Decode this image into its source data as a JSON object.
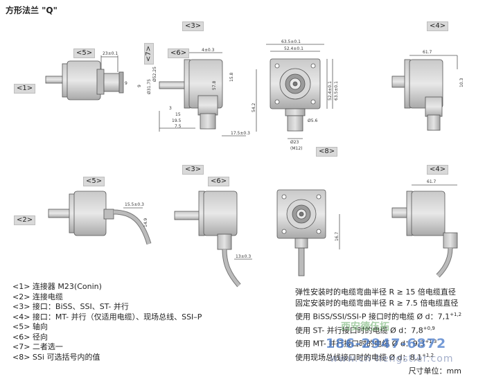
{
  "title": "方形法兰 \"Q\"",
  "tags": {
    "t1": "<1>",
    "t2": "<2>",
    "t3a": "<3>",
    "t3b": "<3>",
    "t4a": "<4>",
    "t4b": "<4>",
    "t5a": "<5>",
    "t5b": "<5>",
    "t6a": "<6>",
    "t6b": "<6>",
    "t7": "<7>",
    "t8": "<8>"
  },
  "dims": {
    "d23": "23±0.1",
    "d9": "9",
    "d3175": "Ø31.75",
    "d5225": "Ø52.25",
    "d9b": "9",
    "d4": "4±0.3",
    "d635": "63.5±0.1",
    "d524": "52.4±0.1",
    "d617": "61.7",
    "d103": "10.3",
    "d578": "57.8",
    "d158": "15.8",
    "d3": "3",
    "d15": "15",
    "d195": "19.5",
    "d75": "7.5",
    "d175": "17.5±0.3",
    "d542": "54.2",
    "d56": "Ø5.6",
    "d23b": "Ø23",
    "m12": "(M12)",
    "d155": "15.5±0.3",
    "d149": "14.9",
    "d167": "16.7",
    "d13": "13±0.3",
    "d617b": "61.7"
  },
  "legend": [
    "<1> 连接器 M23(Conin)",
    "<2> 连接电缆",
    "<3> 接口：BiSS、SSI、ST- 并行",
    "<4> 接口：MT- 并行（仅适用电缆）、现场总线、SSI–P",
    "<5> 轴向",
    "<6> 径向",
    "<7> 二者选一",
    "<8> SSi 可选括号内的值"
  ],
  "notes": {
    "n1": "弹性安装时的电缆弯曲半径 R ≥ 15 倍电缆直径",
    "n2": "固定安装时的电缆弯曲半径 R ≥ 7.5 倍电缆直径",
    "n3": "使用 BiSS/SSI/SSI-P 接口时的电缆 Ø d：7,1",
    "n3sup": "+1,2",
    "n4": "使用 ST- 并行接口时的电缆 Ø d：7,8",
    "n4sup": "+0,9",
    "n5": "使用 MT- 并行接口时的电缆 Ø d：9,3",
    "n5sup": "+1,3",
    "n6": "使用现场总线接口时的电缆 Ø d：8,1",
    "n6sup": "+1,2"
  },
  "unit": "尺寸单位：mm",
  "watermark": {
    "name": "西安德伍拓",
    "phone": "186-2947-6872",
    "url": "www.cn-hengstler.com"
  }
}
